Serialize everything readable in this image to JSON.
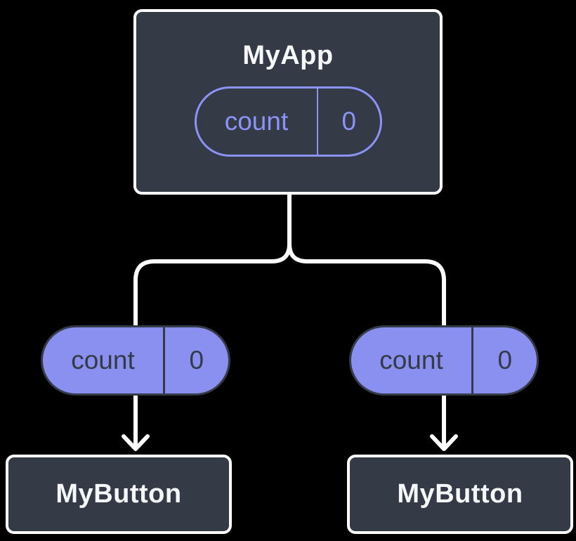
{
  "colors": {
    "background": "#000000",
    "box_fill": "#343a46",
    "box_border": "#ffffff",
    "pill_outline": "#8c93f6",
    "pill_fill": "#8990f0",
    "dark_text": "#343a46",
    "light_text": "#f6f7f9",
    "connector": "#ffffff"
  },
  "tree": {
    "root": {
      "title": "MyApp",
      "state_name": "count",
      "state_value": "0"
    },
    "children": [
      {
        "title": "MyButton",
        "prop_name": "count",
        "prop_value": "0"
      },
      {
        "title": "MyButton",
        "prop_name": "count",
        "prop_value": "0"
      }
    ]
  }
}
